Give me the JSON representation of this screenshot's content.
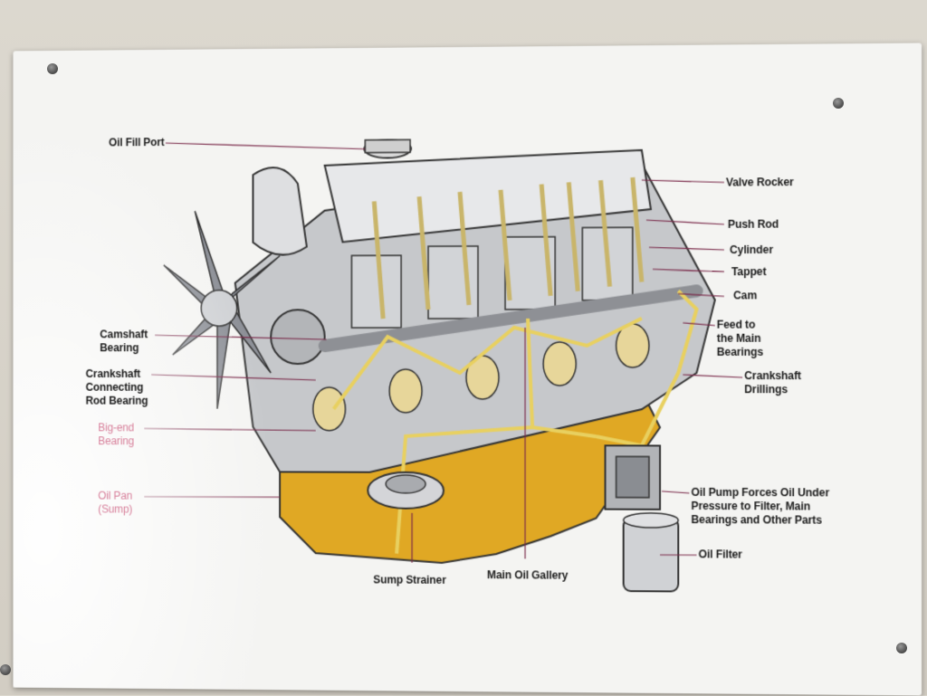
{
  "labels": {
    "oil_fill_port": "Oil Fill Port",
    "valve_rocker": "Valve Rocker",
    "push_rod": "Push Rod",
    "cylinder": "Cylinder",
    "tappet": "Tappet",
    "cam": "Cam",
    "feed_main_bearings": "Feed to\nthe Main\nBearings",
    "crankshaft_drillings": "Crankshaft\nDrillings",
    "camshaft_bearing": "Camshaft\nBearing",
    "crankshaft_connecting_rod_bearing": "Crankshaft\nConnecting\nRod Bearing",
    "big_end_bearing": "Big-end\nBearing",
    "oil_pan": "Oil Pan\n(Sump)",
    "oil_pump": "Oil Pump Forces Oil Under\nPressure to Filter, Main\nBearings and Other Parts",
    "oil_filter": "Oil Filter",
    "sump_strainer": "Sump Strainer",
    "main_oil_gallery": "Main Oil Gallery"
  },
  "colors": {
    "leader_line": "#7a2a4a",
    "oil_yellow": "#e8d060",
    "sump_orange": "#e0a824",
    "engine_gray": "#b8babd"
  }
}
